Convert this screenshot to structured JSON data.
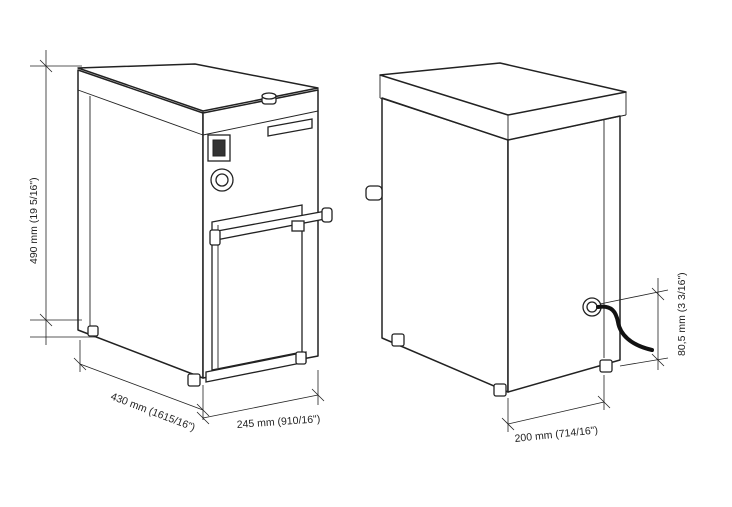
{
  "dimensions": {
    "height": "490 mm (19 5/16\")",
    "depth": "430 mm (1615/16\")",
    "width_front": "245 mm (910/16\")",
    "width_back": "200 mm (714/16\")",
    "outlet_height": "80,5 mm (3 3/16\")"
  },
  "colors": {
    "line": "#222222",
    "background": "#ffffff",
    "cable": "#111111"
  }
}
